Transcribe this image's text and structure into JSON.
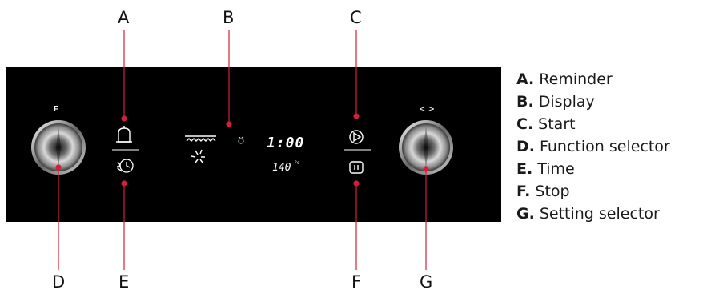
{
  "panel": {
    "function_knob_label": "F",
    "setting_knob_label": "< >",
    "display_time": "1:00",
    "display_temp": "140",
    "display_temp_unit": "°c",
    "colors": {
      "panel": "#000000",
      "leader": "#d2203a",
      "display": "#ffffff"
    }
  },
  "callouts": {
    "A": "A",
    "B": "B",
    "C": "C",
    "D": "D",
    "E": "E",
    "F": "F",
    "G": "G"
  },
  "legend": [
    {
      "key": "A.",
      "label": "Reminder"
    },
    {
      "key": "B.",
      "label": "Display"
    },
    {
      "key": "C.",
      "label": "Start"
    },
    {
      "key": "D.",
      "label": "Function selector"
    },
    {
      "key": "E.",
      "label": "Time"
    },
    {
      "key": "F.",
      "label": "Stop"
    },
    {
      "key": "G.",
      "label": "Setting selector"
    }
  ],
  "icons": [
    "bell-icon",
    "timer-icon",
    "grill-icon",
    "fan-icon",
    "alarm-icon",
    "play-icon",
    "pause-icon",
    "knob-icon"
  ]
}
